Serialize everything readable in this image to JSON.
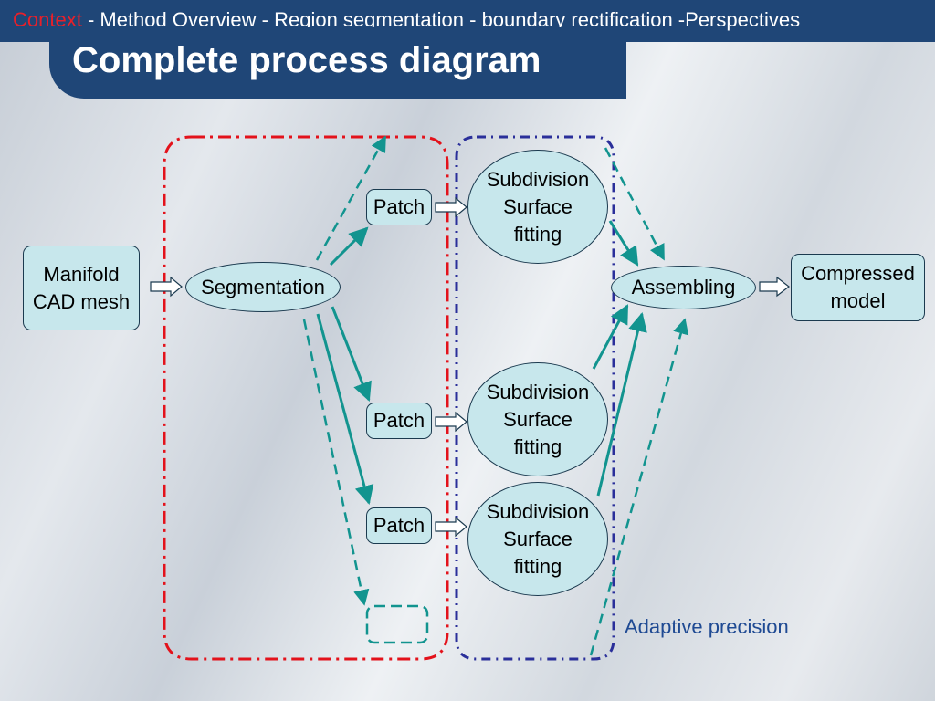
{
  "header": {
    "nav_context": "Context",
    "nav_rest": " - Method Overview - Region segmentation - boundary rectification -Perspectives",
    "title": "Complete process diagram"
  },
  "nodes": {
    "manifold": "Manifold\nCAD mesh",
    "segmentation": "Segmentation",
    "patch_1": "Patch",
    "patch_2": "Patch",
    "patch_3": "Patch",
    "subdiv_1": "Subdivision\nSurface\nfitting",
    "subdiv_2": "Subdivision\nSurface\nfitting",
    "subdiv_3": "Subdivision\nSurface\nfitting",
    "assembling": "Assembling",
    "compressed": "Compressed\nmodel"
  },
  "annotations": {
    "adaptive_precision": "Adaptive precision"
  },
  "colors": {
    "header_bg": "#1f4677",
    "context_red": "#e8202a",
    "node_fill": "#c7e7ec",
    "arrow_teal": "#12948f",
    "region_red": "#e3121b",
    "region_blue": "#2a2f9a",
    "label_blue": "#1f4a93"
  }
}
